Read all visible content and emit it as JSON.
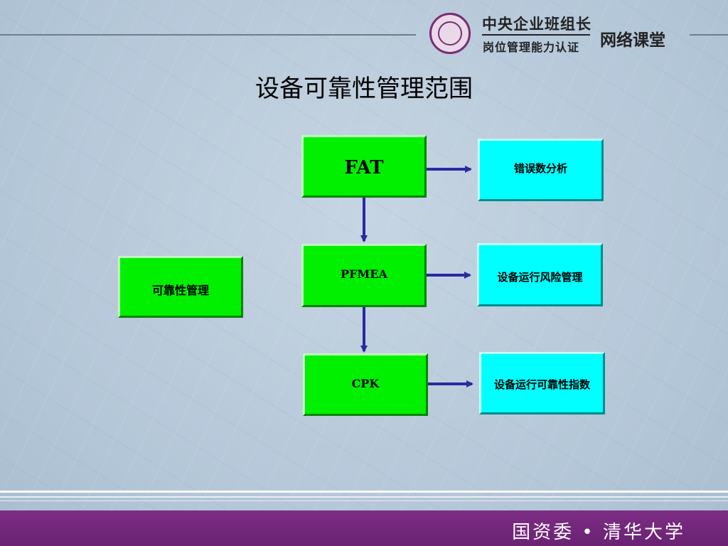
{
  "header": {
    "brand_line1": "中央企业班组长",
    "brand_line2": "岗位管理能力认证",
    "brand_right": "网络课堂"
  },
  "title": "设备可靠性管理范围",
  "diagram": {
    "root": "可靠性管理",
    "steps": [
      {
        "label": "FAT",
        "result": "错误数分析"
      },
      {
        "label": "PFMEA",
        "result": "设备运行风险管理"
      },
      {
        "label": "CPK",
        "result": "设备运行可靠性指数"
      }
    ]
  },
  "footer": {
    "text": "国资委 • 清华大学"
  },
  "colors": {
    "step_box": "#00f000",
    "result_box": "#00ffff",
    "arrow": "#2a2aa0",
    "footer_bar": "#742a7c"
  }
}
